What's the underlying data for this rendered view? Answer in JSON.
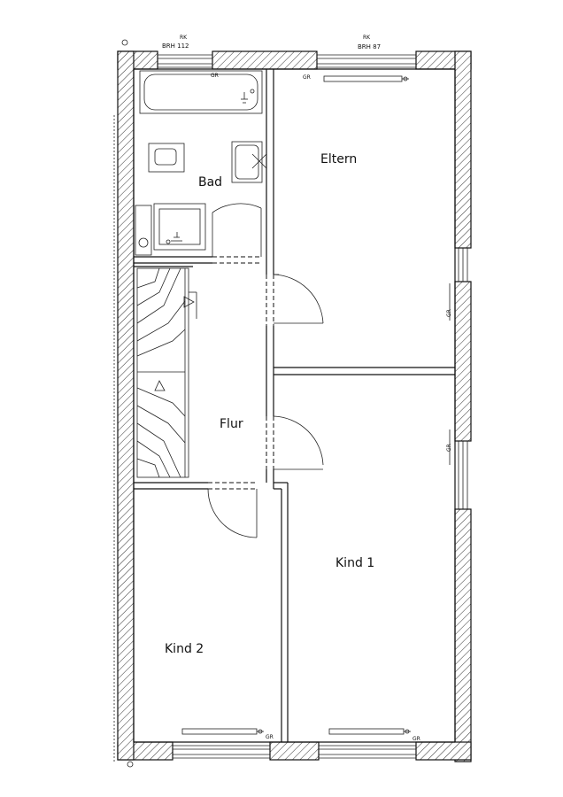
{
  "rooms": {
    "bad": "Bad",
    "eltern": "Eltern",
    "flur": "Flur",
    "kind1": "Kind 1",
    "kind2": "Kind 2"
  },
  "window_labels": {
    "left": {
      "rk": "RK",
      "brh": "BRH 112"
    },
    "right": {
      "rk": "RK",
      "brh": "BRH 87"
    }
  },
  "radiator_label": "GR"
}
